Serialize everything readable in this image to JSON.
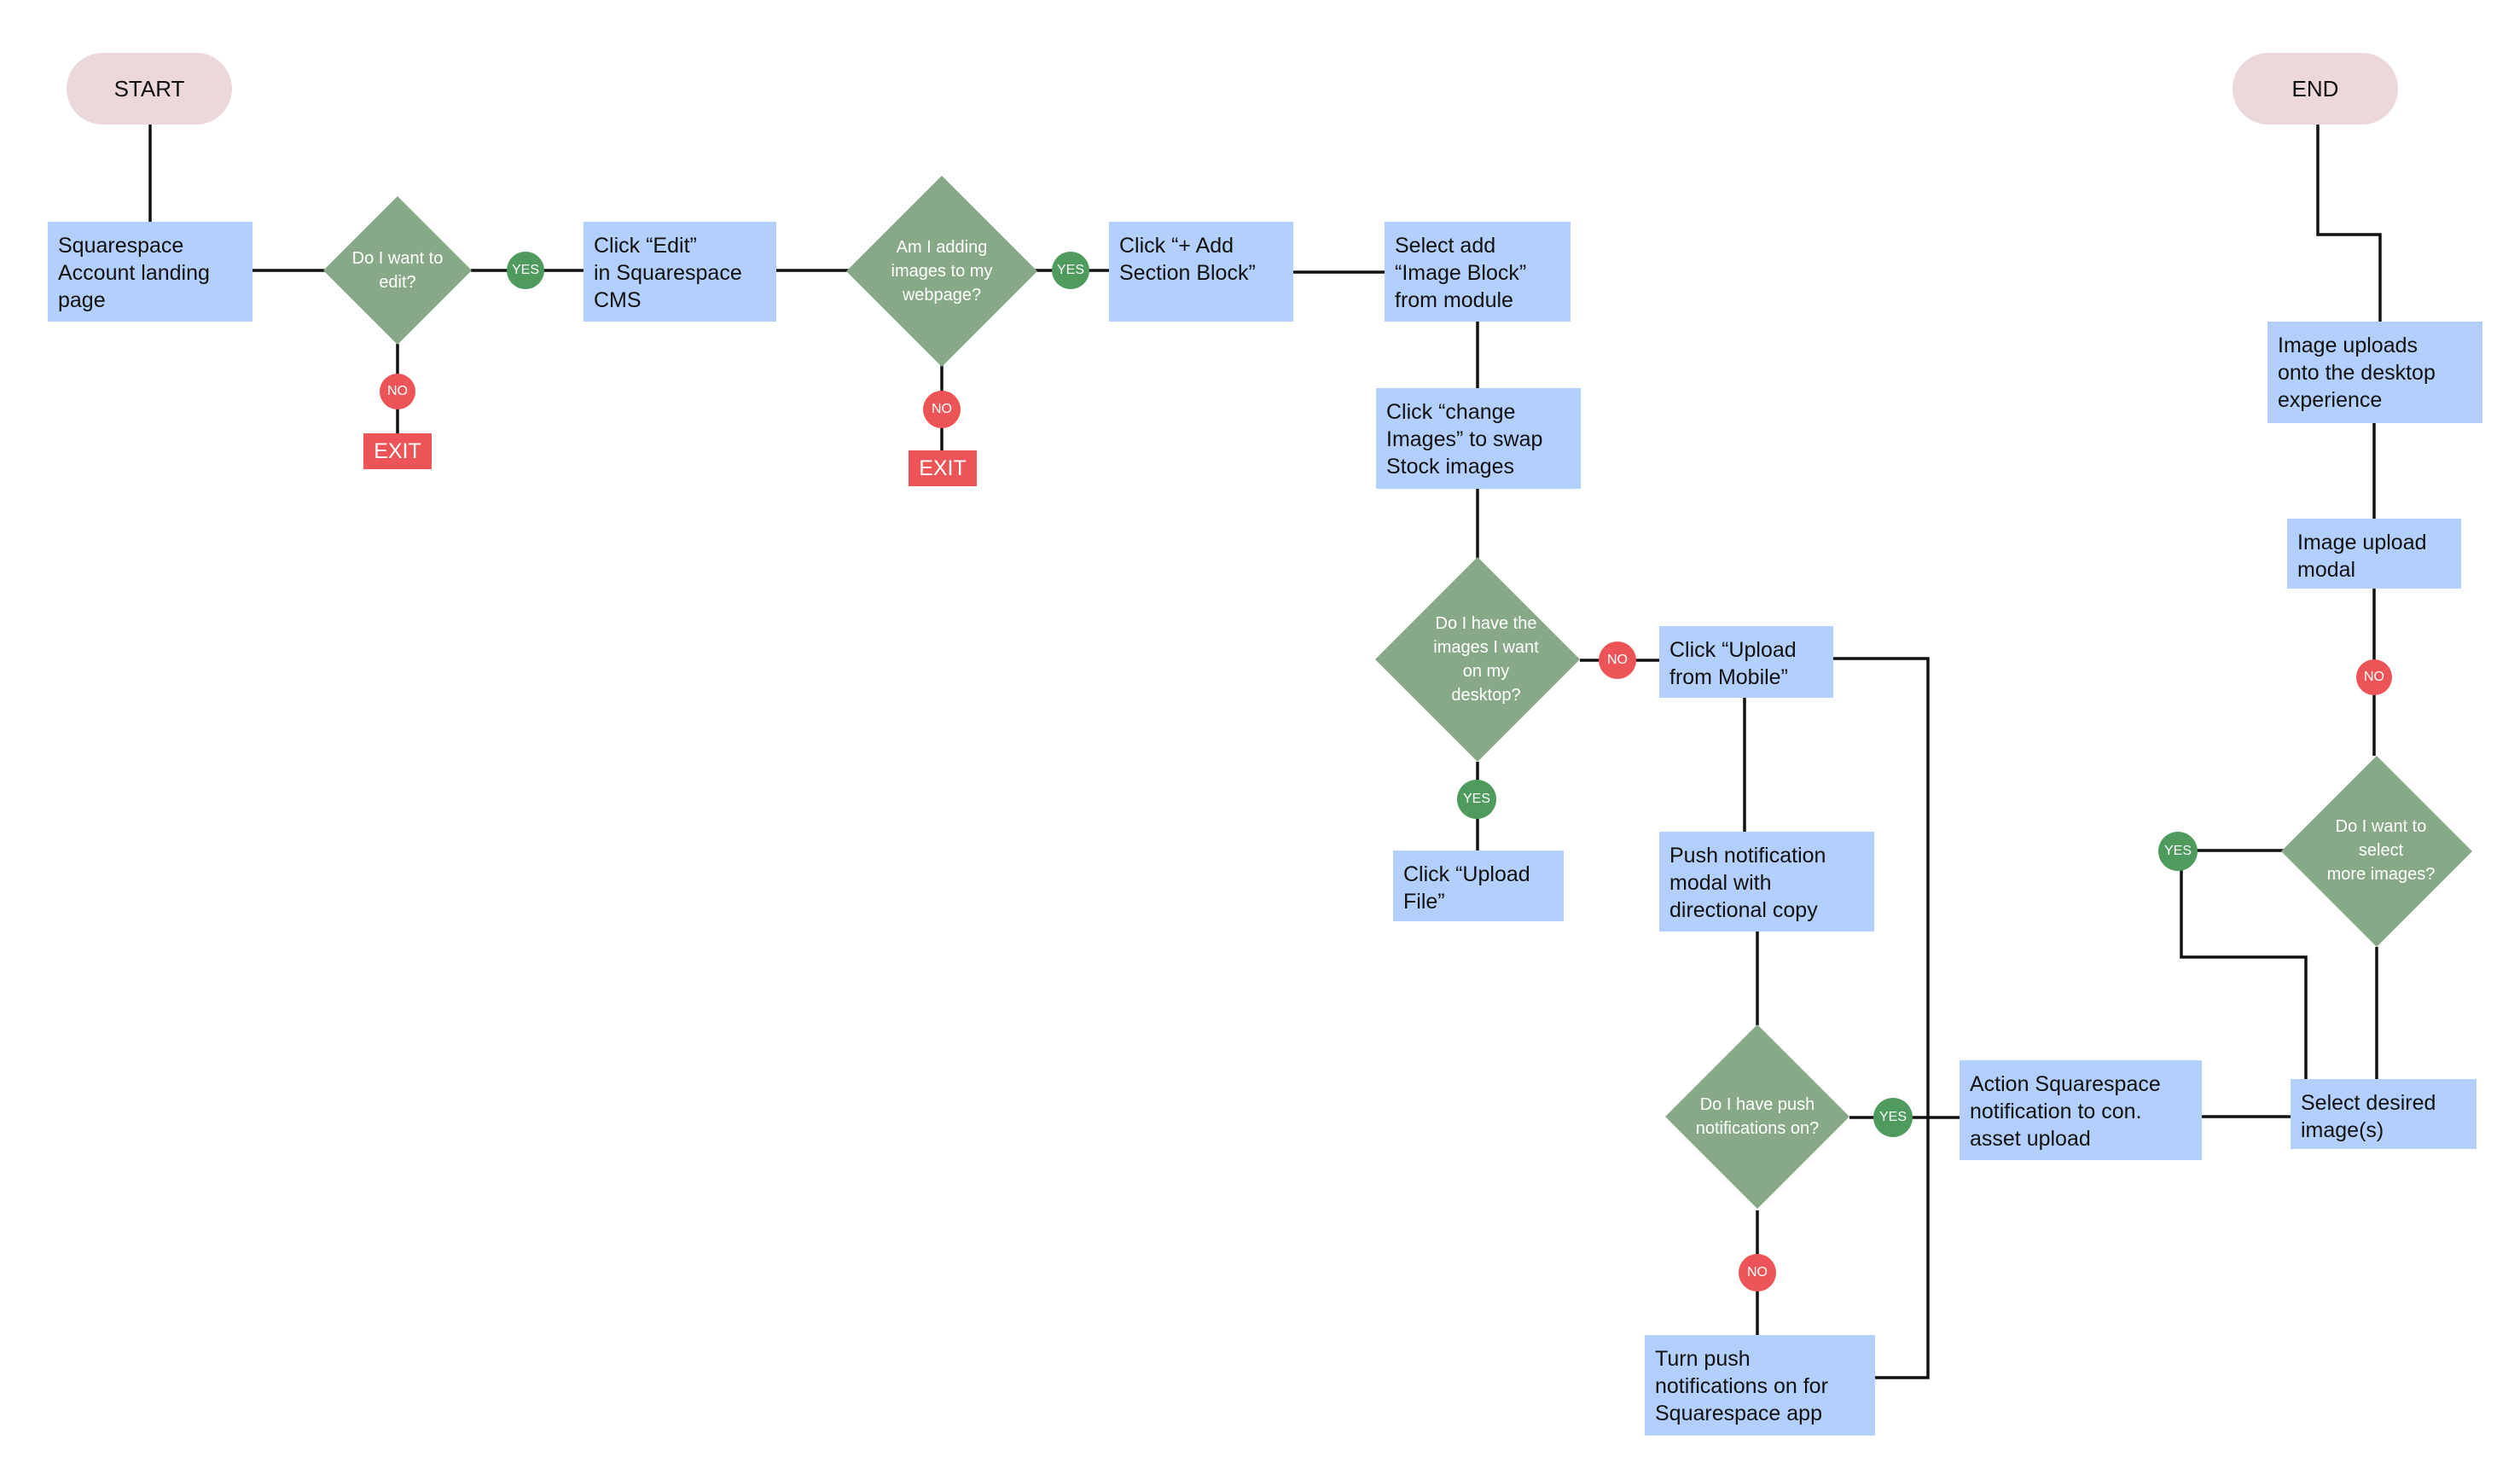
{
  "colors": {
    "box": "#b3cffd",
    "diamond": "#88a987",
    "terminal": "#ecd8da",
    "yes_badge": "#4f9a5d",
    "no_badge": "#ec5457",
    "exit": "#ec5457",
    "line": "#111111"
  },
  "start": {
    "label": "START"
  },
  "end": {
    "label": "END"
  },
  "boxes": {
    "landing": "Squarespace\nAccount landing\npage",
    "click_edit": "Click “Edit”\nin Squarespace\nCMS",
    "add_section": "Click “+ Add\nSection Block”",
    "image_block": "Select add\n“Image Block”\nfrom module",
    "change_images": "Click “change\nImages” to swap\nStock images",
    "upload_file": "Click “Upload\nFile”",
    "upload_mobile": "Click “Upload\n from Mobile”",
    "push_modal": "Push notification\nmodal with\ndirectional copy",
    "turn_push": "Turn push\nnotifications on for\nSquarespace app",
    "action_notification": "Action Squarespace\nnotification to con.\nasset upload",
    "select_images": "Select desired\nimage(s)",
    "upload_modal": "Image upload\nmodal",
    "image_uploads": "Image uploads\nonto the desktop\nexperience"
  },
  "decisions": {
    "want_edit": "Do I want to\nedit?",
    "adding_images": "Am I adding\nimages to my\nwebpage?",
    "have_images": "Do I have the\nimages I want\non my\ndesktop?",
    "push_on": "Do I have push\nnotifications on?",
    "more_images": "Do I want to\nselect\nmore images?"
  },
  "badges": {
    "yes": "YES",
    "no": "NO"
  },
  "exits": {
    "label": "EXIT"
  }
}
